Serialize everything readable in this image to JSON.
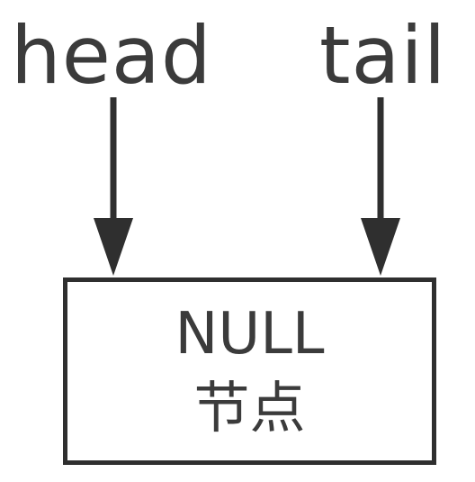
{
  "pointers": {
    "head": "head",
    "tail": "tail"
  },
  "node": {
    "line1": "NULL",
    "line2": "节点"
  },
  "colors": {
    "stroke": "#2f2f2f",
    "text": "#3b3b3b",
    "background": "#ffffff"
  }
}
